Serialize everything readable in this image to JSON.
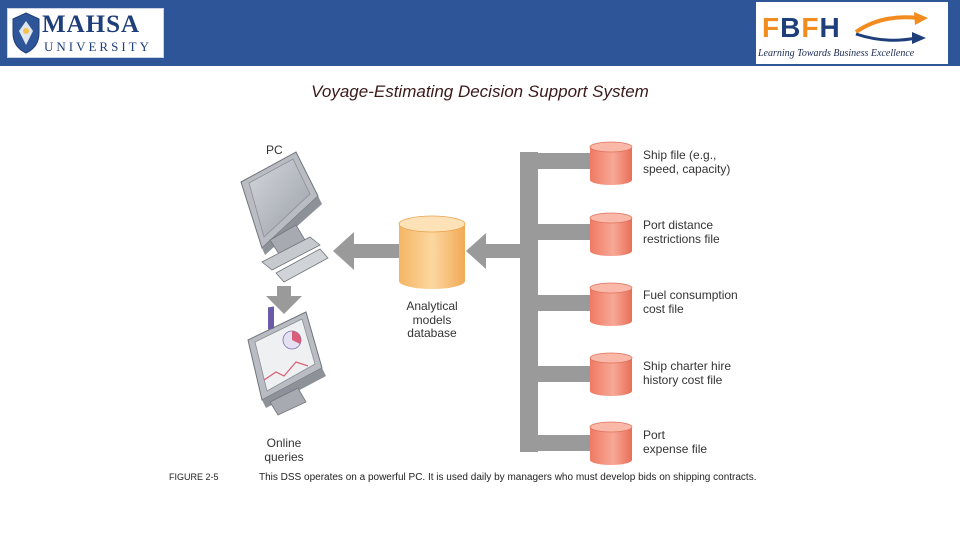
{
  "header": {
    "left_logo": {
      "word_big": "MAHSA",
      "word_small": "UNIVERSITY"
    },
    "right_logo": {
      "mark_letters": [
        "F",
        "B",
        "F",
        "H"
      ],
      "tagline": "Learning Towards Business Excellence"
    },
    "colors": {
      "banner": "#2d5597",
      "logo_navy": "#1f3f7a",
      "logo_orange": "#f28c1e"
    }
  },
  "title": "Voyage-Estimating Decision Support System",
  "diagram": {
    "pc_label": "PC",
    "db_label": "Analytical\nmodels\ndatabase",
    "queries_label": "Online\nqueries",
    "files": [
      "Ship file (e.g.,\nspeed, capacity)",
      "Port distance\nrestrictions file",
      "Fuel consumption\ncost file",
      "Ship charter hire\nhistory cost file",
      "Port\nexpense file"
    ],
    "colors": {
      "file_db": "#f2856f",
      "analytical_db": "#f9c07a",
      "arrow": "#9a9a9a"
    }
  },
  "caption": {
    "figure": "FIGURE 2-5",
    "text": "This DSS operates on a powerful PC. It is used daily by managers who must develop bids on shipping contracts."
  }
}
